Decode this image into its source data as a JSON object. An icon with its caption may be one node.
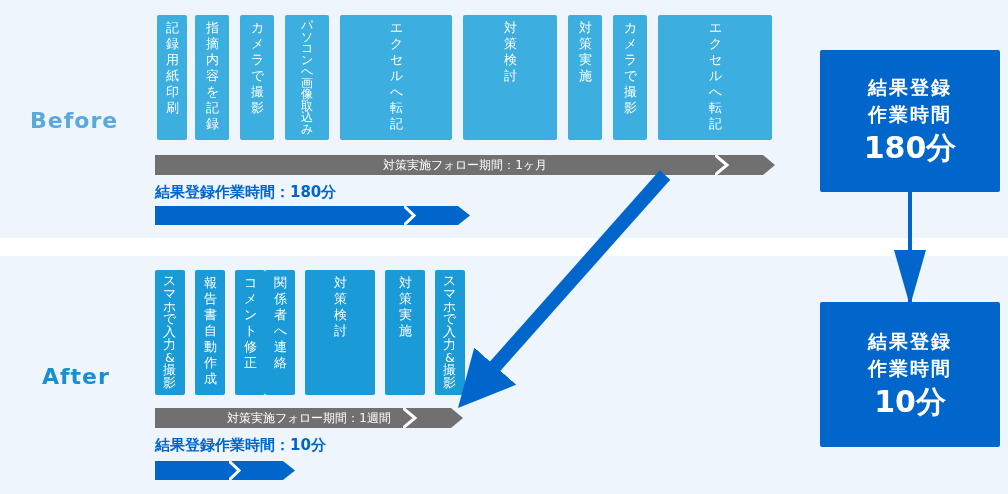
{
  "diagram": {
    "nodes": [
      {
        "text": [
          "Before"
        ]
      },
      {
        "text": [
          "記録用紙印刷"
        ],
        "in": 0
      },
      {
        "text": [
          "指摘内容を記録"
        ],
        "in": 0
      },
      {
        "text": [
          "カメラで撮影"
        ],
        "in": 0
      },
      {
        "text": [
          "パソコンへ画像取込み"
        ],
        "in": 0
      },
      {
        "text": [
          "エクセルへ転記"
        ],
        "in": 0
      },
      {
        "text": [
          "対策検討"
        ],
        "in": 0
      },
      {
        "text": [
          "対策実施"
        ],
        "in": 0
      },
      {
        "text": [
          "カメラで撮影"
        ],
        "in": 0
      },
      {
        "text": [
          "エクセルへ転記"
        ],
        "in": 0
      },
      {
        "text": [
          "対策実施フォロー期間：1ヶ月"
        ],
        "in": 0
      },
      {
        "text": [
          "結果登録作業時間：180分"
        ],
        "in": 0
      },
      {
        "text": [
          "結果登録作業時間",
          "180分"
        ],
        "in": 0
      },
      {
        "text": [
          "After"
        ]
      },
      {
        "text": [
          "スマホで入力&撮影"
        ],
        "in": 13
      },
      {
        "text": [
          "報告書自動作成"
        ],
        "in": 13
      },
      {
        "text": [
          "コメント修正"
        ],
        "in": 13
      },
      {
        "text": [
          "関係者へ連絡"
        ],
        "in": 13
      },
      {
        "text": [
          "対策検討"
        ],
        "in": 13
      },
      {
        "text": [
          "対策実施"
        ],
        "in": 13
      },
      {
        "text": [
          "スマホで入力&撮影"
        ],
        "in": 13
      },
      {
        "text": [
          "対策実施フォロー期間：1週間"
        ],
        "in": 13
      },
      {
        "text": [
          "結果登録作業時間：10分"
        ],
        "in": 13
      },
      {
        "text": [
          "結果登録作業時間",
          "10分"
        ],
        "in": 13
      }
    ],
    "edges": [
      {
        "from": 10,
        "to": 21,
        "arrow": "to",
        "style": "thick"
      },
      {
        "from": 12,
        "to": 23,
        "arrow": "to"
      }
    ]
  }
}
